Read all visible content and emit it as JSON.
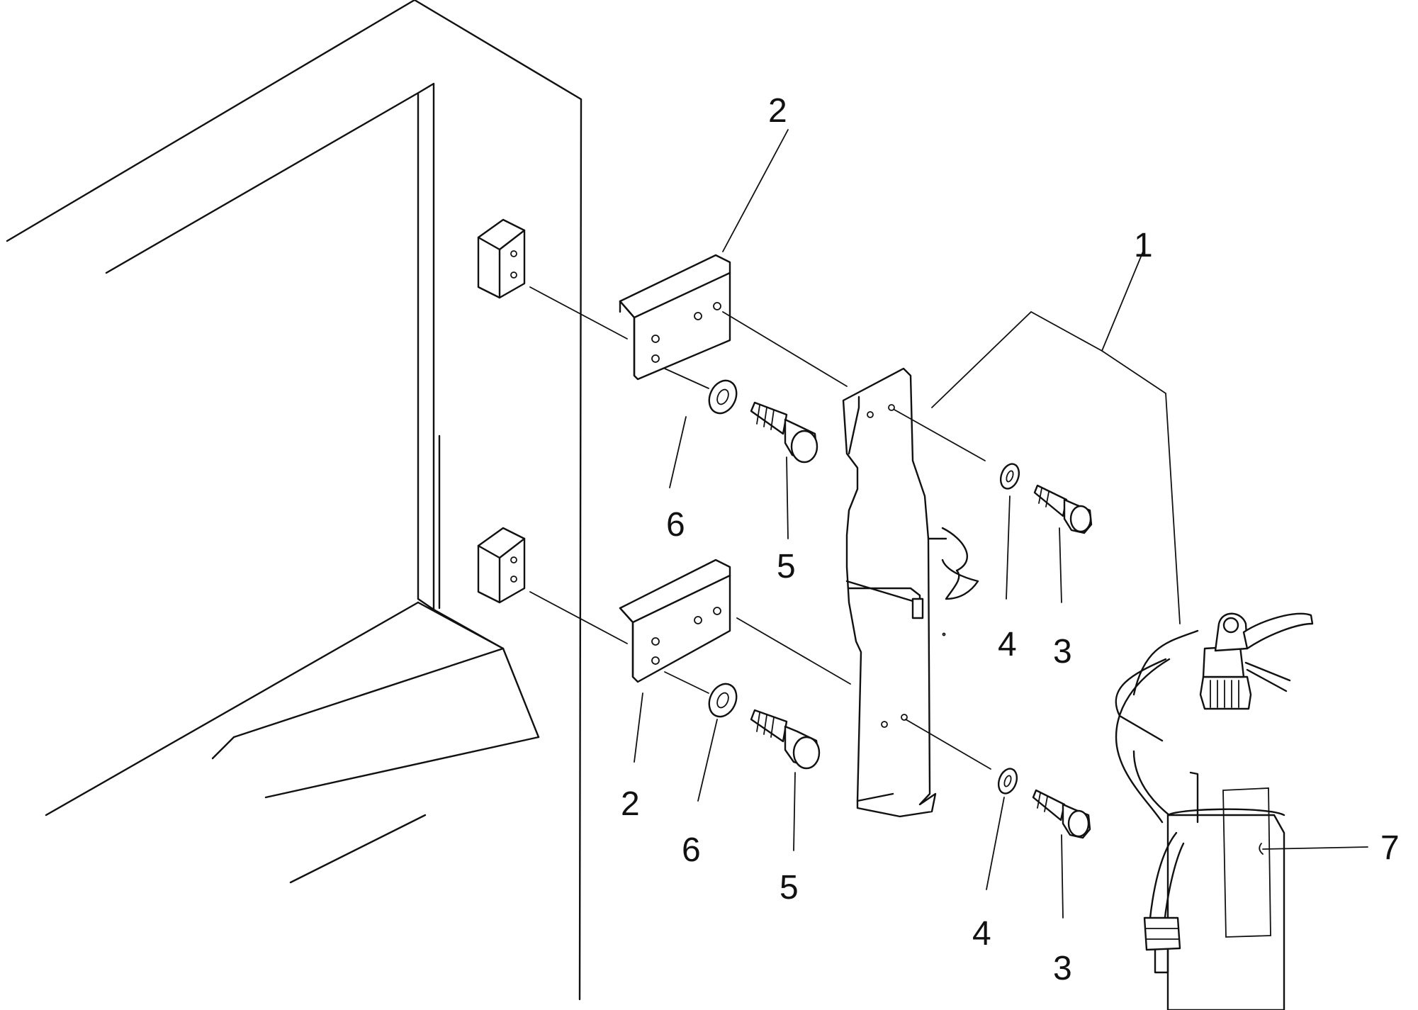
{
  "diagram": {
    "callouts": [
      {
        "id": "c1",
        "text": "1"
      },
      {
        "id": "c2-top",
        "text": "2"
      },
      {
        "id": "c2-bottom",
        "text": "2"
      },
      {
        "id": "c3-top",
        "text": "3"
      },
      {
        "id": "c3-bottom",
        "text": "3"
      },
      {
        "id": "c4-top",
        "text": "4"
      },
      {
        "id": "c4-bottom",
        "text": "4"
      },
      {
        "id": "c5-top",
        "text": "5"
      },
      {
        "id": "c5-bottom",
        "text": "5"
      },
      {
        "id": "c6-top",
        "text": "6"
      },
      {
        "id": "c6-bottom",
        "text": "6"
      },
      {
        "id": "c7",
        "text": "7"
      }
    ]
  }
}
